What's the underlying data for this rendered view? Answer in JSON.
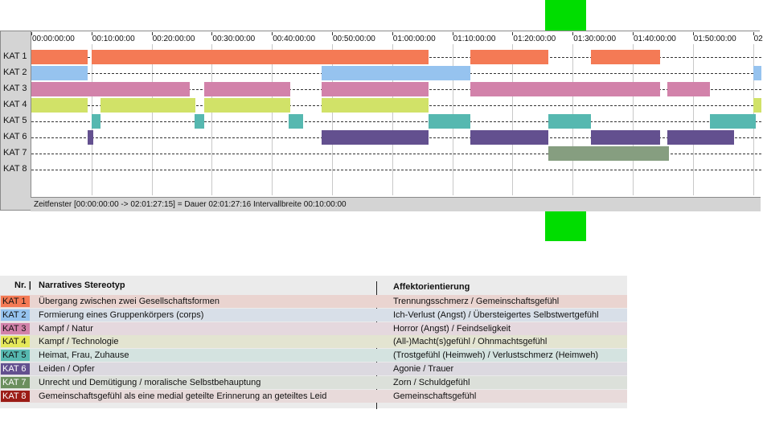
{
  "timeline": {
    "ticks": [
      "00:00:00:00",
      "00:10:00:00",
      "00:20:00:00",
      "00:30:00:00",
      "00:40:00:00",
      "00:50:00:00",
      "01:00:00:00",
      "01:10:00:00",
      "01:20:00:00",
      "01:30:00:00",
      "01:40:00:00",
      "01:50:00:00",
      "02"
    ],
    "categories": [
      "KAT 1",
      "KAT 2",
      "KAT 3",
      "KAT 4",
      "KAT 5",
      "KAT 6",
      "KAT 7",
      "KAT 8"
    ],
    "status_text": "Zeitfenster [00:00:00:00 -> 02:01:27:15] = Dauer 02:01:27:16    Intervallbreite 00:10:00:00",
    "segments": [
      {
        "row": 0,
        "start": 0,
        "end": 9.4,
        "color": "#f47a55"
      },
      {
        "row": 0,
        "start": 10.0,
        "end": 66.0,
        "color": "#f47a55"
      },
      {
        "row": 0,
        "start": 73.0,
        "end": 86.0,
        "color": "#f47a55"
      },
      {
        "row": 0,
        "start": 93.0,
        "end": 104.5,
        "color": "#f47a55"
      },
      {
        "row": 1,
        "start": 0,
        "end": 9.4,
        "color": "#96c3ef"
      },
      {
        "row": 1,
        "start": 48.3,
        "end": 73.0,
        "color": "#96c3ef"
      },
      {
        "row": 1,
        "start": 120.0,
        "end": 121.5,
        "color": "#96c3ef"
      },
      {
        "row": 2,
        "start": 0,
        "end": 26.3,
        "color": "#d282aa"
      },
      {
        "row": 2,
        "start": 28.7,
        "end": 43.0,
        "color": "#d282aa"
      },
      {
        "row": 2,
        "start": 48.3,
        "end": 66.0,
        "color": "#d282aa"
      },
      {
        "row": 2,
        "start": 73.0,
        "end": 104.5,
        "color": "#d282aa"
      },
      {
        "row": 2,
        "start": 105.8,
        "end": 112.8,
        "color": "#d282aa"
      },
      {
        "row": 3,
        "start": 0,
        "end": 9.4,
        "color": "#d1e268"
      },
      {
        "row": 3,
        "start": 11.5,
        "end": 27.3,
        "color": "#d1e268"
      },
      {
        "row": 3,
        "start": 28.7,
        "end": 43.0,
        "color": "#d1e268"
      },
      {
        "row": 3,
        "start": 48.3,
        "end": 66.0,
        "color": "#d1e268"
      },
      {
        "row": 3,
        "start": 120.0,
        "end": 121.5,
        "color": "#d1e268"
      },
      {
        "row": 4,
        "start": 10.0,
        "end": 11.5,
        "color": "#56b8b0"
      },
      {
        "row": 4,
        "start": 27.1,
        "end": 28.7,
        "color": "#56b8b0"
      },
      {
        "row": 4,
        "start": 42.8,
        "end": 45.2,
        "color": "#56b8b0"
      },
      {
        "row": 4,
        "start": 66.0,
        "end": 73.0,
        "color": "#56b8b0"
      },
      {
        "row": 4,
        "start": 86.0,
        "end": 93.0,
        "color": "#56b8b0"
      },
      {
        "row": 4,
        "start": 112.8,
        "end": 120.5,
        "color": "#56b8b0"
      },
      {
        "row": 5,
        "start": 9.4,
        "end": 10.3,
        "color": "#63508f"
      },
      {
        "row": 5,
        "start": 48.3,
        "end": 66.0,
        "color": "#63508f"
      },
      {
        "row": 5,
        "start": 73.0,
        "end": 86.0,
        "color": "#63508f"
      },
      {
        "row": 5,
        "start": 93.0,
        "end": 104.5,
        "color": "#63508f"
      },
      {
        "row": 5,
        "start": 105.8,
        "end": 116.8,
        "color": "#63508f"
      },
      {
        "row": 6,
        "start": 86.0,
        "end": 106.0,
        "color": "#869e80"
      }
    ]
  },
  "legend": {
    "header_nr": "Nr. |",
    "header_stereotype": "Narratives Stereotyp",
    "header_affect": "Affektorientierung",
    "rows": [
      {
        "code": "KAT 1",
        "stereotype": "Übergang zwischen zwei Gesellschaftsformen",
        "affect": "Trennungsschmerz / Gemeinschaftsgefühl",
        "code_color": "#f47a55",
        "band_color": "#ead4d0",
        "text_color": "#111111"
      },
      {
        "code": "KAT 2",
        "stereotype": "Formierung eines Gruppenkörpers (corps)",
        "affect": "Ich-Verlust (Angst) / Übersteigertes Selbstwertgefühl",
        "code_color": "#96c3ef",
        "band_color": "#d8dfe8",
        "text_color": "#111111"
      },
      {
        "code": "KAT 3",
        "stereotype": "Kampf / Natur",
        "affect": "Horror (Angst) / Feindseligkeit",
        "code_color": "#d282aa",
        "band_color": "#e5d8de",
        "text_color": "#111111"
      },
      {
        "code": "KAT 4",
        "stereotype": "Kampf / Technologie",
        "affect": "(All-)Macht(s)gefühl / Ohnmachtsgefühl",
        "code_color": "#e5e85a",
        "band_color": "#e3e4d1",
        "text_color": "#111111"
      },
      {
        "code": "KAT 5",
        "stereotype": "Heimat, Frau, Zuhause",
        "affect": "(Trostgefühl (Heimweh) / Verlustschmerz (Heimweh)",
        "code_color": "#56b8b0",
        "band_color": "#d4e3e0",
        "text_color": "#111111"
      },
      {
        "code": "KAT 6",
        "stereotype": "Leiden / Opfer",
        "affect": "Agonie / Trauer",
        "code_color": "#63508f",
        "band_color": "#dcd9e0",
        "text_color": "#ffffff"
      },
      {
        "code": "KAT 7",
        "stereotype": "Unrecht und Demütigung / moralische Selbstbehauptung",
        "affect": "Zorn / Schuldgefühl",
        "code_color": "#6b8f5e",
        "band_color": "#dce0da",
        "text_color": "#ffffff"
      },
      {
        "code": "KAT 8",
        "stereotype": "Gemeinschaftsgefühl als eine medial geteilte Erinnerung an geteiltes Leid",
        "affect": "Gemeinschaftsgefühl",
        "code_color": "#9b1c16",
        "band_color": "#e8dada",
        "text_color": "#ffffff"
      }
    ]
  }
}
